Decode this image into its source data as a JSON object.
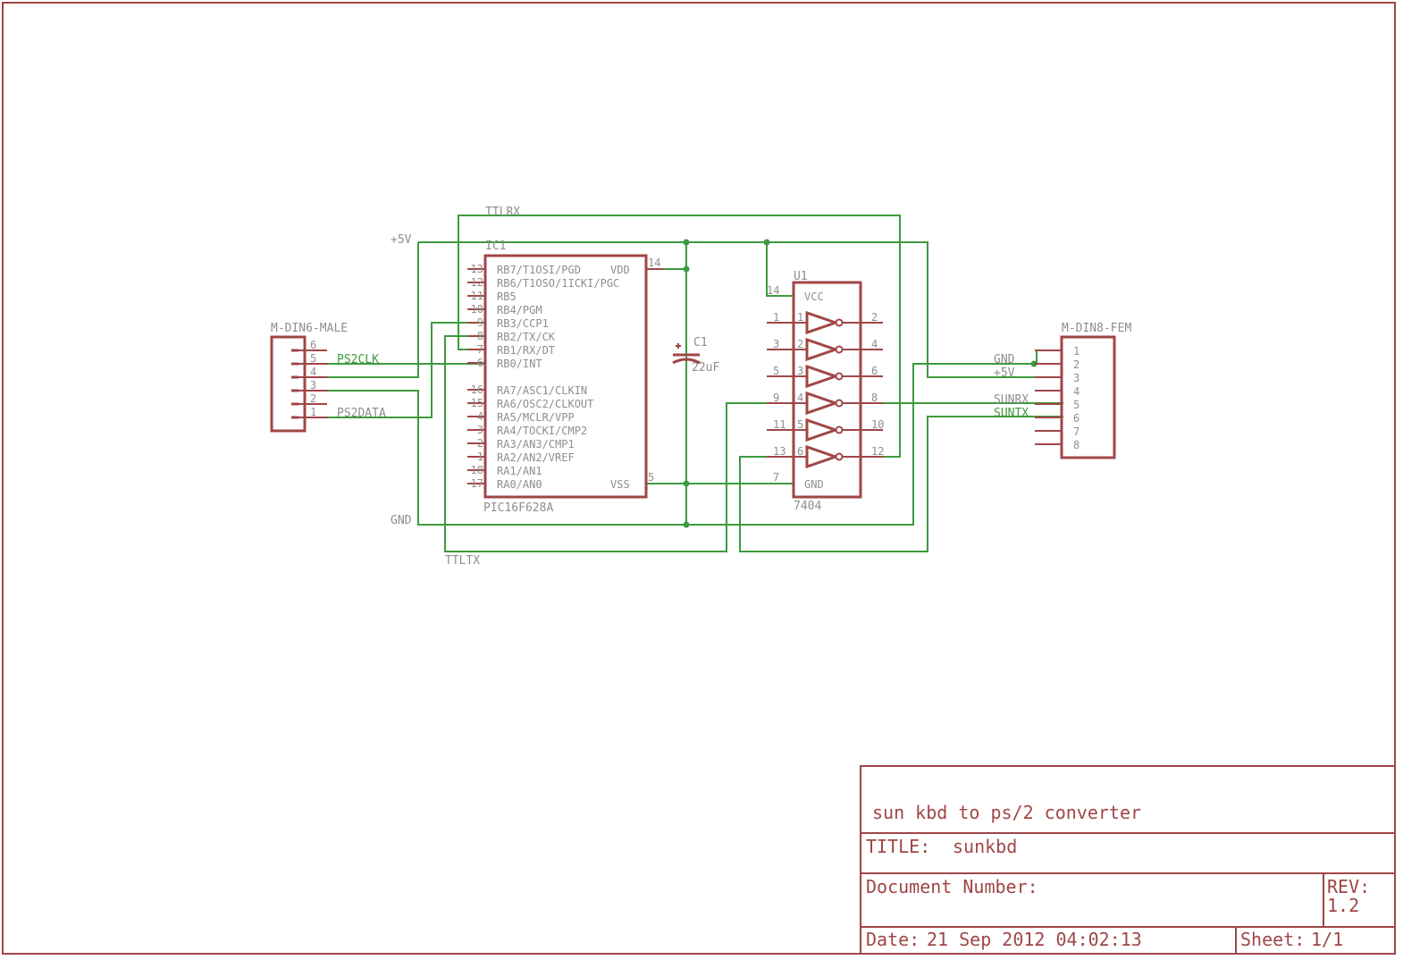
{
  "parts": {
    "ic1": {
      "ref": "IC1",
      "value": "PIC16F628A",
      "left_pins": [
        {
          "no": "13",
          "name": "RB7/T1OSI/PGD"
        },
        {
          "no": "12",
          "name": "RB6/T1OSO/1ICKI/PGC"
        },
        {
          "no": "11",
          "name": "RB5"
        },
        {
          "no": "10",
          "name": "RB4/PGM"
        },
        {
          "no": "9",
          "name": "RB3/CCP1"
        },
        {
          "no": "8",
          "name": "RB2/TX/CK"
        },
        {
          "no": "7",
          "name": "RB1/RX/DT"
        },
        {
          "no": "6",
          "name": "RB0/INT"
        },
        {
          "no": "16",
          "name": "RA7/ASC1/CLKIN"
        },
        {
          "no": "15",
          "name": "RA6/OSC2/CLKOUT"
        },
        {
          "no": "4",
          "name": "RA5/MCLR/VPP"
        },
        {
          "no": "3",
          "name": "RA4/TOCKI/CMP2"
        },
        {
          "no": "2",
          "name": "RA3/AN3/CMP1"
        },
        {
          "no": "1",
          "name": "RA2/AN2/VREF"
        },
        {
          "no": "18",
          "name": "RA1/AN1"
        },
        {
          "no": "17",
          "name": "RA0/AN0"
        }
      ],
      "vdd": {
        "no": "14",
        "name": "VDD"
      },
      "vss": {
        "no": "5",
        "name": "VSS"
      }
    },
    "u1": {
      "ref": "U1",
      "value": "7404",
      "vcc": {
        "no": "14",
        "name": "VCC"
      },
      "gnd": {
        "no": "7",
        "name": "GND"
      },
      "gates": [
        {
          "gate": "1",
          "in": "1",
          "out": "2"
        },
        {
          "gate": "2",
          "in": "3",
          "out": "4"
        },
        {
          "gate": "3",
          "in": "5",
          "out": "6"
        },
        {
          "gate": "4",
          "in": "9",
          "out": "8"
        },
        {
          "gate": "5",
          "in": "11",
          "out": "10"
        },
        {
          "gate": "6",
          "in": "13",
          "out": "12"
        }
      ]
    },
    "c1": {
      "ref": "C1",
      "value": "22uF"
    },
    "din6": {
      "name": "M-DIN6-MALE",
      "pins": [
        "6",
        "5",
        "4",
        "3",
        "2",
        "1"
      ]
    },
    "din8": {
      "name": "M-DIN8-FEM",
      "pins": [
        "1",
        "2",
        "3",
        "4",
        "5",
        "6",
        "7",
        "8"
      ]
    }
  },
  "nets": {
    "ttlrx": "TTLRX",
    "ttltx": "TTLTX",
    "vplus": "+5V",
    "gnd": "GND",
    "ps2clk": "PS2CLK",
    "ps2data": "PS2DATA",
    "din8_gnd": "GND",
    "din8_5v": "+5V",
    "sunrx": "SUNRX",
    "suntx": "SUNTX"
  },
  "title_block": {
    "description": "sun kbd to ps/2 converter",
    "title_label": "TITLE:",
    "title_value": "sunkbd",
    "docnum_label": "Document Number:",
    "rev_label": "REV:",
    "rev_value": "1.2",
    "date_label": "Date:",
    "date_value": "21 Sep 2012 04:02:13",
    "sheet_label": "Sheet:",
    "sheet_value": "1/1"
  },
  "colors": {
    "part": "#a04646",
    "wire": "#3e9a3e",
    "label": "#8e8e8e"
  }
}
